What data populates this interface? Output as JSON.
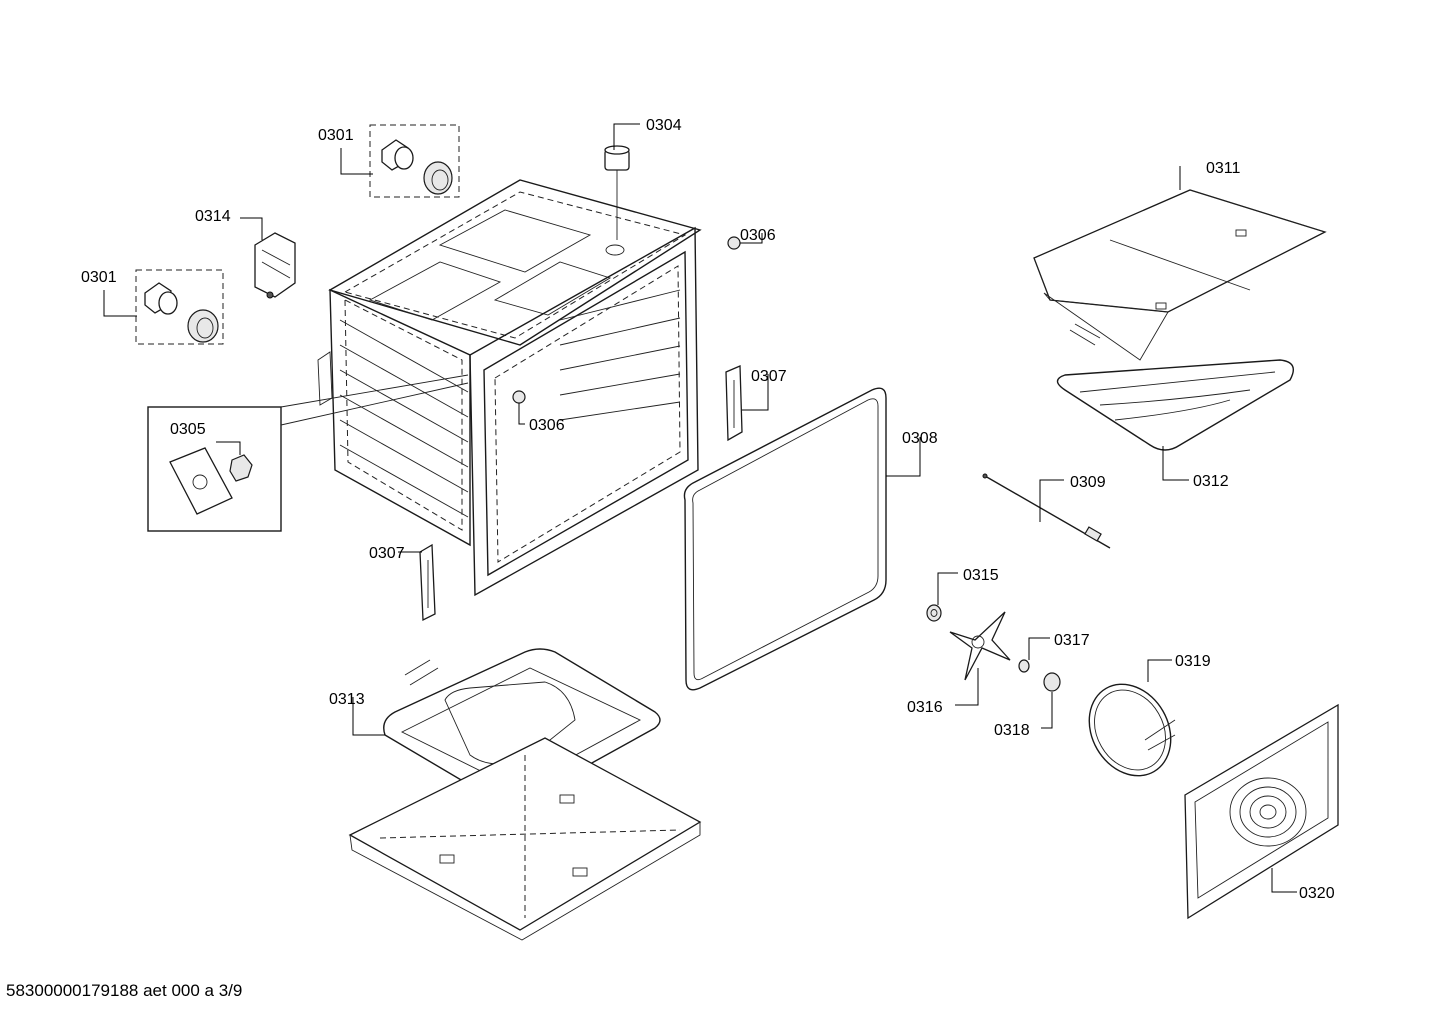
{
  "diagram": {
    "part_labels": {
      "p0301a": "0301",
      "p0301b": "0301",
      "p0304": "0304",
      "p0305": "0305",
      "p0306a": "0306",
      "p0306b": "0306",
      "p0307a": "0307",
      "p0307b": "0307",
      "p0308": "0308",
      "p0309": "0309",
      "p0311": "0311",
      "p0312": "0312",
      "p0313": "0313",
      "p0314": "0314",
      "p0315": "0315",
      "p0316": "0316",
      "p0317": "0317",
      "p0318": "0318",
      "p0319": "0319",
      "p0320": "0320"
    }
  },
  "footer": {
    "document_code": "58300000179188 aet 000 a 3/9"
  }
}
